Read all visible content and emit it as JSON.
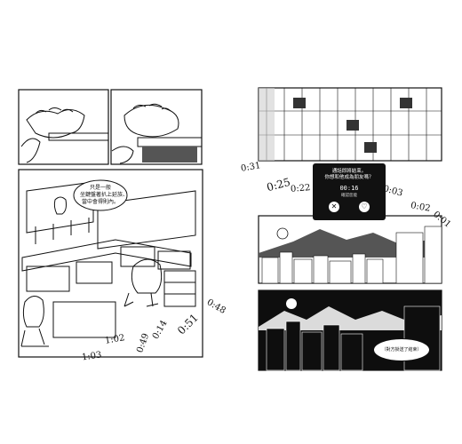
{
  "left_page": {
    "speech_bubble": "只是一般\n坐鍵盤著扒上延族、\n當中會得則內。",
    "handwritten_times": [
      "1:03",
      "1:02",
      "0:49",
      "0:14",
      "0:51",
      "0:48"
    ]
  },
  "right_page": {
    "timer_popup": {
      "question": "通話即將結束。\n你想和他成為朋友嗎？",
      "countdown": "00:16",
      "sub_label": "確認您能",
      "decline_icon": "x-icon",
      "accept_icon": "heart-icon"
    },
    "handwritten_times": [
      "0:31",
      "0:25",
      "0:22",
      "0:03",
      "0:02",
      "0:01"
    ],
    "caption": "（對方掛送了結束）"
  }
}
